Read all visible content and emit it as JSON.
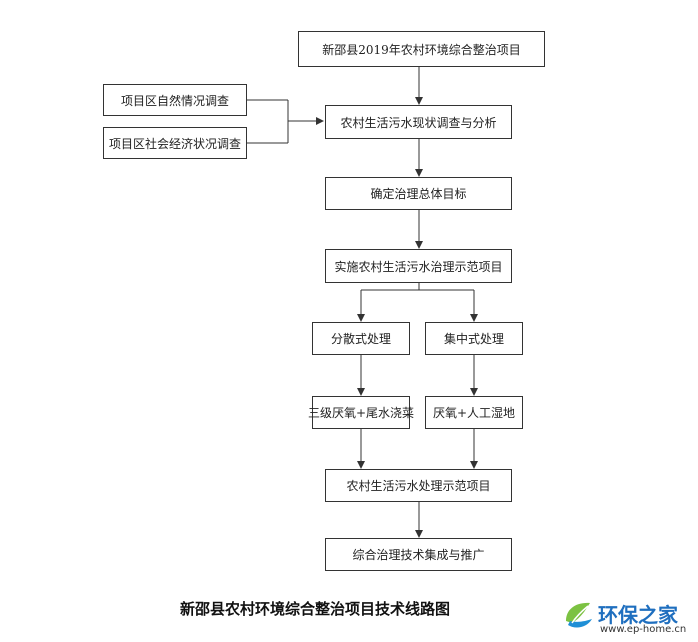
{
  "boxes": {
    "top": "新邵县2019年农村环境综合整治项目",
    "survey_nature": "项目区自然情况调查",
    "survey_socio": "项目区社会经济状况调查",
    "sewage_analysis": "农村生活污水现状调查与分析",
    "overall_goal": "确定治理总体目标",
    "demo_project": "实施农村生活污水治理示范项目",
    "decentralized": "分散式处理",
    "centralized": "集中式处理",
    "tech_a": "三级厌氧+尾水浇菜",
    "tech_b": "厌氧+人工湿地",
    "demo_result": "农村生活污水处理示范项目",
    "integration": "综合治理技术集成与推广"
  },
  "caption": "新邵县农村环境综合整治项目技术线路图",
  "watermark": {
    "name": "环保之家",
    "url": "www.ep-home.cn",
    "colors": {
      "name": "#1f6fbf",
      "leaf_green": "#7cc242",
      "leaf_blue": "#1f8fd6"
    }
  },
  "colors": {
    "line": "#333333",
    "box_border": "#333333"
  }
}
